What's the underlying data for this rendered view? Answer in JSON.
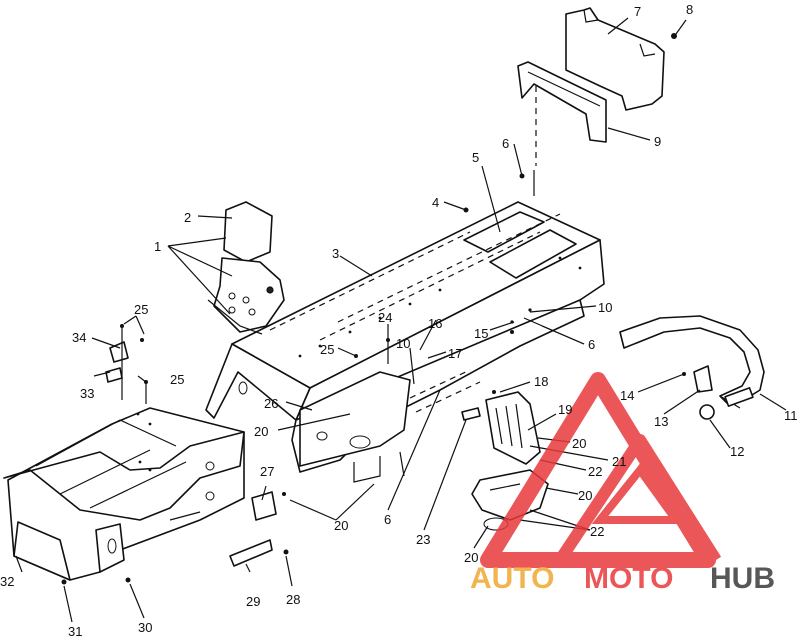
{
  "diagram": {
    "callouts": [
      {
        "id": "c1",
        "label": "1"
      },
      {
        "id": "c2",
        "label": "2"
      },
      {
        "id": "c3",
        "label": "3"
      },
      {
        "id": "c4",
        "label": "4"
      },
      {
        "id": "c5",
        "label": "5"
      },
      {
        "id": "c6a",
        "label": "6"
      },
      {
        "id": "c6b",
        "label": "6"
      },
      {
        "id": "c6c",
        "label": "6"
      },
      {
        "id": "c7",
        "label": "7"
      },
      {
        "id": "c8",
        "label": "8"
      },
      {
        "id": "c9",
        "label": "9"
      },
      {
        "id": "c10a",
        "label": "10"
      },
      {
        "id": "c10b",
        "label": "10"
      },
      {
        "id": "c11",
        "label": "11"
      },
      {
        "id": "c12",
        "label": "12"
      },
      {
        "id": "c13",
        "label": "13"
      },
      {
        "id": "c14",
        "label": "14"
      },
      {
        "id": "c15",
        "label": "15"
      },
      {
        "id": "c16",
        "label": "16"
      },
      {
        "id": "c17",
        "label": "17"
      },
      {
        "id": "c18",
        "label": "18"
      },
      {
        "id": "c19",
        "label": "19"
      },
      {
        "id": "c20a",
        "label": "20"
      },
      {
        "id": "c20b",
        "label": "20"
      },
      {
        "id": "c20c",
        "label": "20"
      },
      {
        "id": "c20d",
        "label": "20"
      },
      {
        "id": "c20e",
        "label": "20"
      },
      {
        "id": "c21",
        "label": "21"
      },
      {
        "id": "c22a",
        "label": "22"
      },
      {
        "id": "c22b",
        "label": "22"
      },
      {
        "id": "c23",
        "label": "23"
      },
      {
        "id": "c24",
        "label": "24"
      },
      {
        "id": "c25a",
        "label": "25"
      },
      {
        "id": "c25b",
        "label": "25"
      },
      {
        "id": "c25c",
        "label": "25"
      },
      {
        "id": "c26",
        "label": "26"
      },
      {
        "id": "c27",
        "label": "27"
      },
      {
        "id": "c28",
        "label": "28"
      },
      {
        "id": "c29",
        "label": "29"
      },
      {
        "id": "c30",
        "label": "30"
      },
      {
        "id": "c31",
        "label": "31"
      },
      {
        "id": "c32",
        "label": "32"
      },
      {
        "id": "c33",
        "label": "33"
      },
      {
        "id": "c34",
        "label": "34"
      }
    ]
  },
  "watermark": {
    "word_1": "AUTO",
    "word_2": "MOTO",
    "word_3": "HUB",
    "color_1": "#f0a830",
    "color_2": "#e8393b",
    "color_3": "#3a3a3a"
  }
}
